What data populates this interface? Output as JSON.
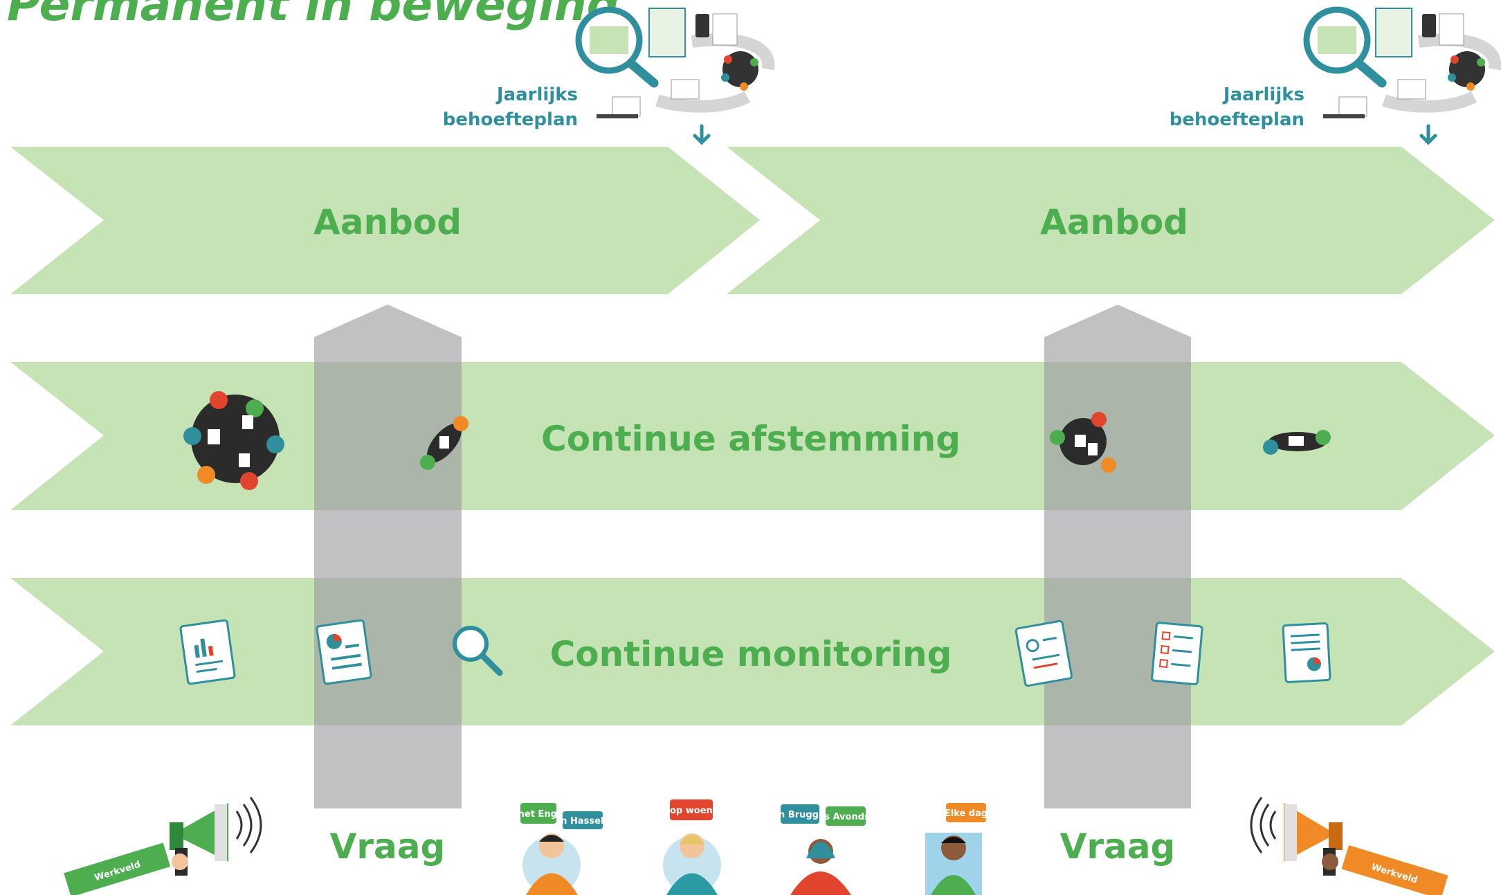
{
  "title": "Permanent in beweging",
  "yearly_plan_label_line1": "Jaarlijks",
  "yearly_plan_label_line2": "behoefteplan",
  "band_aanbod": "Aanbod",
  "band_afstemming": "Continue afstemming",
  "band_monitoring": "Continue monitoring",
  "vraag_label": "Vraag",
  "werkveld_label": "Werkveld",
  "bubbles": {
    "engels": "In het Engels",
    "hasselt": "In Hasselt",
    "woensdag": "Niet op woensdag",
    "brugge": "In Brugge",
    "avonds": "'s Avonds",
    "elke_dag": "Elke dag"
  },
  "colors": {
    "band": "#c5e3b5",
    "band_text": "#4cae4f",
    "pillar": "#b9b9bc",
    "teal": "#2f8f9d",
    "orange": "#f08a24",
    "red": "#e2452e",
    "green": "#4cae4f"
  }
}
